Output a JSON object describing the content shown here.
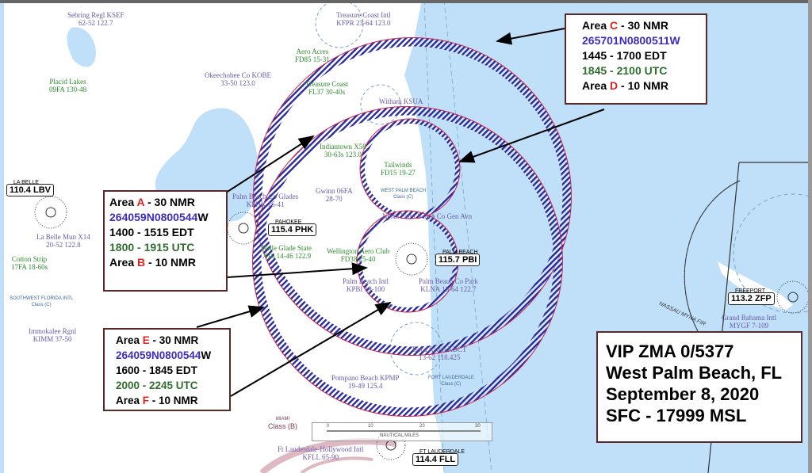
{
  "callouts": {
    "ab": {
      "area1_prefix": "Area ",
      "area1_letter": "A",
      "area1_suffix": " - 30 NMR",
      "coord_main": "264059N0800544",
      "coord_suffix": "W",
      "edt": "1400 - 1515 EDT",
      "utc": "1800 - 1915 UTC",
      "area2_prefix": "Area ",
      "area2_letter": "B",
      "area2_suffix": " - 10 NMR"
    },
    "cd": {
      "area1_prefix": "Area ",
      "area1_letter": "C",
      "area1_suffix": " - 30 NMR",
      "coord_main": "265701N0800511W",
      "coord_suffix": "",
      "edt": "1445 - 1700 EDT",
      "utc": "1845 - 2100 UTC",
      "area2_prefix": "Area ",
      "area2_letter": "D",
      "area2_suffix": " - 10 NMR"
    },
    "ef": {
      "area1_prefix": "Area ",
      "area1_letter": "E",
      "area1_suffix": " - 30 NMR",
      "coord_main": "264059N0800544",
      "coord_suffix": "W",
      "edt": "1600 - 1845 EDT",
      "utc": "2000 - 2245 UTC",
      "area2_prefix": "Area ",
      "area2_letter": "F",
      "area2_suffix": " - 10 NMR"
    }
  },
  "info": {
    "line1": "VIP ZMA 0/5377",
    "line2": "West Palm Beach, FL",
    "line3": "September 8, 2020",
    "line4": "SFC - 17999 MSL"
  },
  "map_labels": [
    {
      "name": "Sebring Regl KSEF",
      "sub": "62-52   122.7",
      "color": "purple"
    },
    {
      "name": "Placid Lakes",
      "sub": "09FA 130-48",
      "color": "green"
    },
    {
      "name": "Okeechobee Co KOBE",
      "sub": "33-50   123.0",
      "color": "purple"
    },
    {
      "name": "Aero Acres",
      "sub": "FD85 15-31",
      "color": "green"
    },
    {
      "name": "Treasure Coast Intl",
      "sub": "KFPR 23-64   123.0",
      "color": "purple"
    },
    {
      "name": "Treasure Coast",
      "sub": "FL37 30-40s",
      "color": "green"
    },
    {
      "name": "Witham KSUA",
      "sub": "",
      "color": "purple"
    },
    {
      "name": "Indiantown X58",
      "sub": "30-63s   123.0",
      "color": "green"
    },
    {
      "name": "Tailwinds",
      "sub": "FD15 19-27",
      "color": "green"
    },
    {
      "name": "Gwinn 06FA",
      "sub": "28-70",
      "color": "purple"
    },
    {
      "name": "Palm Beach Co Glades",
      "sub": "KPHK 16-41",
      "color": "purple"
    },
    {
      "name": "La Belle Mun X14",
      "sub": "20-52   122.8",
      "color": "purple"
    },
    {
      "name": "Cotton Strip",
      "sub": "17FA 18-60s",
      "color": "green"
    },
    {
      "name": "Belle Glade State",
      "sub": "X10 14-46   122.9",
      "color": "green"
    },
    {
      "name": "Wellington Aero Club",
      "sub": "FD38 25-40",
      "color": "green"
    },
    {
      "name": "Palm Beach Intl",
      "sub": "KPBI 19-100",
      "color": "purple"
    },
    {
      "name": "Palm Beach Co Park",
      "sub": "KLNA 16-64   122.7",
      "color": "purple"
    },
    {
      "name": "North Palm Beach Co Gen Avn",
      "sub": "",
      "color": "purple"
    },
    {
      "name": "Immokalee Rgnl",
      "sub": "KIMM 37-50",
      "color": "purple"
    },
    {
      "name": "Boca Raton KBCT",
      "sub": "13-62   118.425",
      "color": "purple"
    },
    {
      "name": "Pompano Beach KPMP",
      "sub": "19-49   125.4",
      "color": "purple"
    },
    {
      "name": "Ft Lauderdale-Hollywood Intl",
      "sub": "KFLL 65-90",
      "color": "purple"
    },
    {
      "name": "Grand Bahama Intl",
      "sub": "MYGF 7-109",
      "color": "purple"
    }
  ],
  "airspace_labels": {
    "wpb": "WEST PALM BEACH",
    "wpb_class": "Class (C)",
    "swfl": "SOUTHWEST FLORIDA INTL",
    "swfl_class": "Class (C)",
    "fll": "FORT LAUDERDALE",
    "fll_class": "Class (C)",
    "miami": "MIAMI",
    "miami_class": "Class (B)",
    "nassau": "NASSAU MYNA FIR"
  },
  "navaids": [
    {
      "name": "LA BELLE",
      "freq": "110.4 LBV"
    },
    {
      "name": "PAHOKEE",
      "freq": "115.4 PHK"
    },
    {
      "name": "PALM BEACH",
      "freq": "115.7 PBI"
    },
    {
      "name": "FREEPORT",
      "freq": "113.2 ZFP"
    },
    {
      "name": "FT LAUDERDALE",
      "freq": "114.4 FLL"
    }
  ],
  "scale": {
    "label": "NAUTICAL MILES",
    "ticks": [
      "0",
      "10",
      "20",
      "30"
    ]
  },
  "colors": {
    "water": "#bfe0f8",
    "hatch": "#2a2a9a",
    "ring_edge": "#d0204a",
    "area_letter": "#dd2222",
    "coord": "#3d2dbf",
    "utc": "#2f6e2f"
  }
}
